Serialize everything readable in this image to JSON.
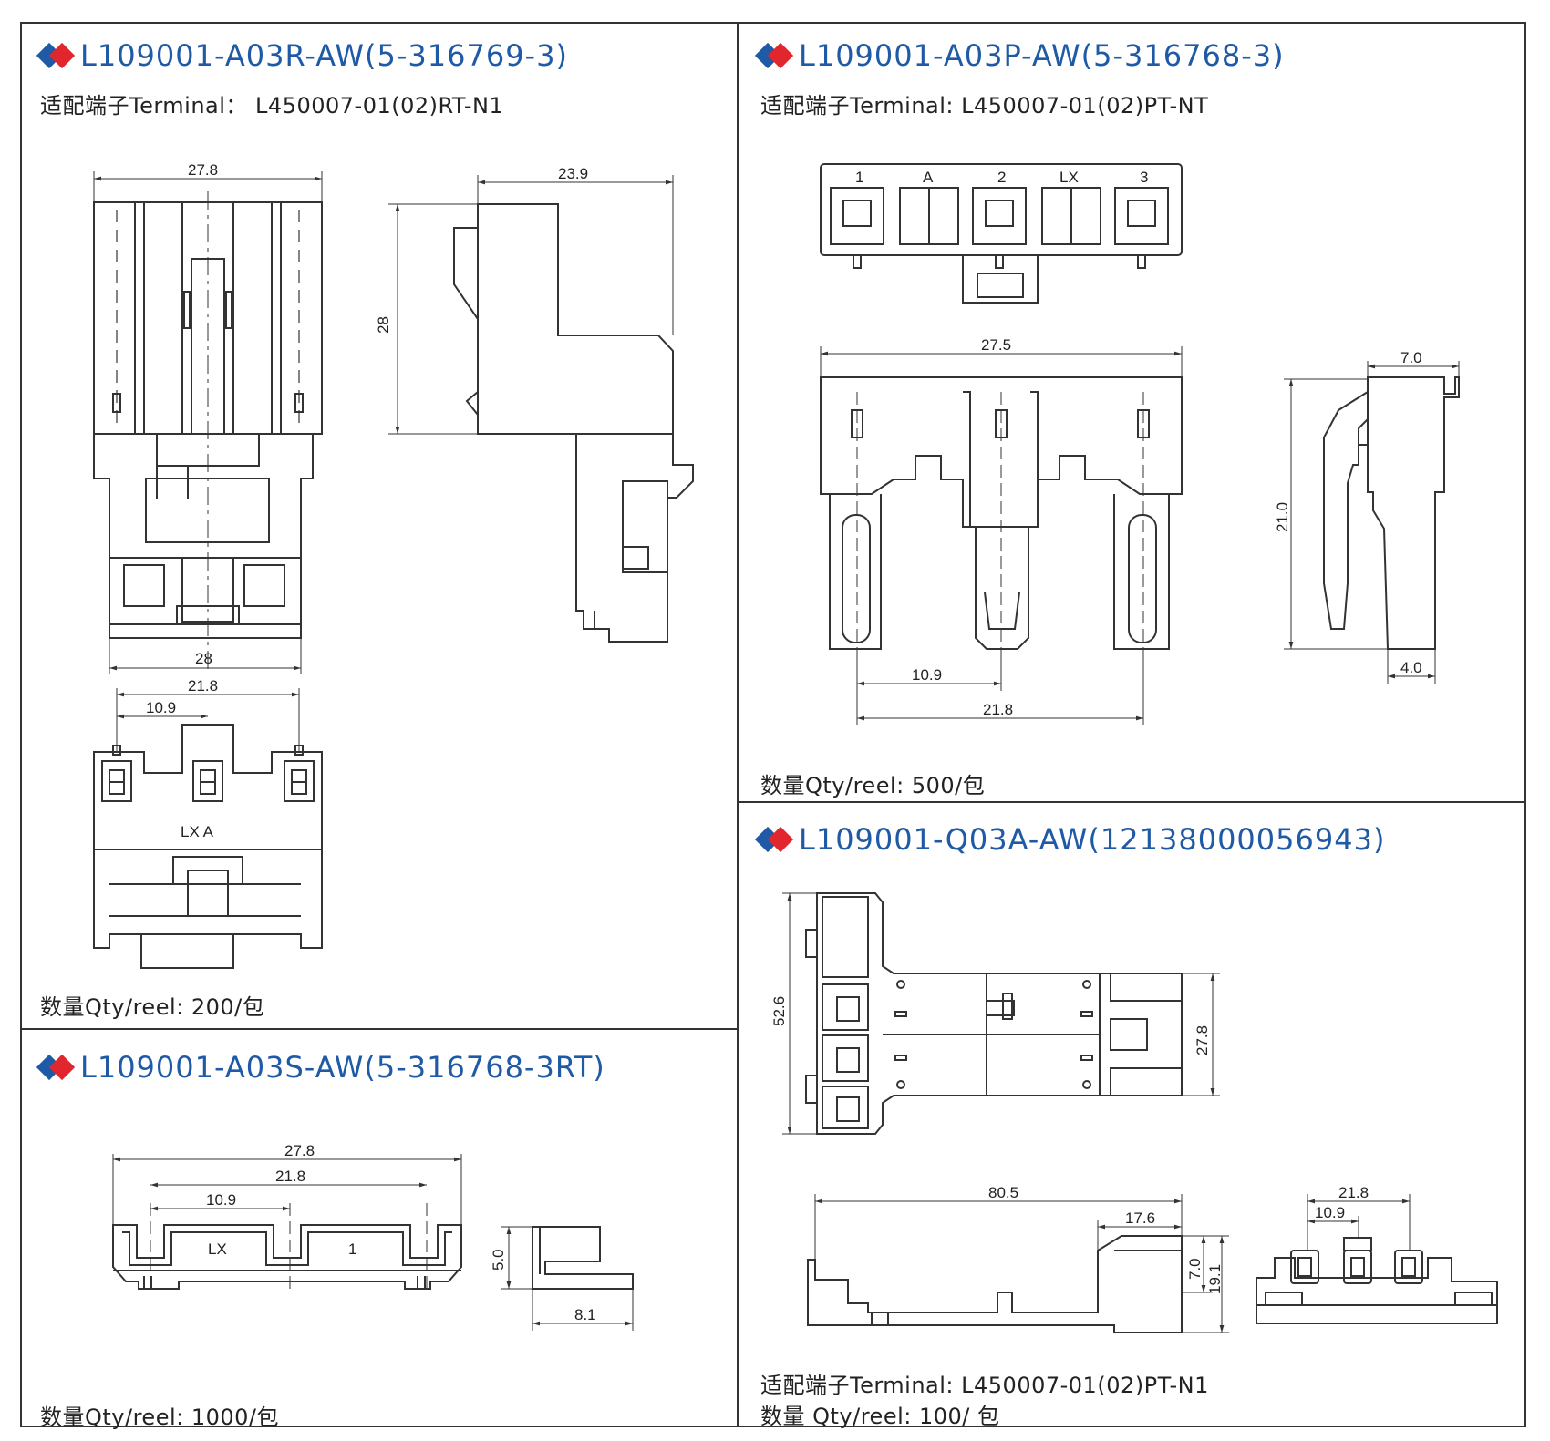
{
  "panels": {
    "a03r": {
      "title": "L109001-A03R-AW(5-316769-3)",
      "terminal": "适配端子Terminal：  L450007-01(02)RT-N1",
      "qty": "数量Qty/reel:  200/包",
      "dims": {
        "top_width": "27.8",
        "side_width": "23.9",
        "side_height": "28",
        "bottom_width": "28",
        "pitch_span": "21.8",
        "pitch": "10.9",
        "mark": "LX  A"
      }
    },
    "a03p": {
      "title": "L109001-A03P-AW(5-316768-3)",
      "terminal": "适配端子Terminal:  L450007-01(02)PT-NT",
      "qty": "数量Qty/reel:  500/包",
      "dims": {
        "width": "27.5",
        "side_width": "7.0",
        "height": "21.0",
        "tab": "4.0",
        "pitch": "10.9",
        "pitch_span": "21.8"
      },
      "top_marks": [
        "1",
        "A",
        "2",
        "LX",
        "3"
      ]
    },
    "a03s": {
      "title": "L109001-A03S-AW(5-316768-3RT)",
      "qty": "数量Qty/reel:  1000/包",
      "dims": {
        "width": "27.8",
        "pitch_span": "21.8",
        "pitch": "10.9",
        "height": "5.0",
        "depth": "8.1",
        "mark_lx": "LX",
        "mark_1": "1"
      }
    },
    "q03a": {
      "title": "L109001-Q03A-AW(12138000056943)",
      "terminal": "适配端子Terminal:  L450007-01(02)PT-N1",
      "qty": "数量 Qty/reel:  100/ 包",
      "dims": {
        "height": "52.6",
        "width_right": "27.8",
        "length": "80.5",
        "step": "17.6",
        "h1": "7.0",
        "h2": "19.1",
        "pitch_span": "21.8",
        "pitch": "10.9"
      }
    }
  },
  "colors": {
    "title_blue": "#1f5aa6",
    "accent_red": "#e1262d",
    "line": "#333333"
  },
  "icons": [
    "diamond-bullet-icon"
  ]
}
